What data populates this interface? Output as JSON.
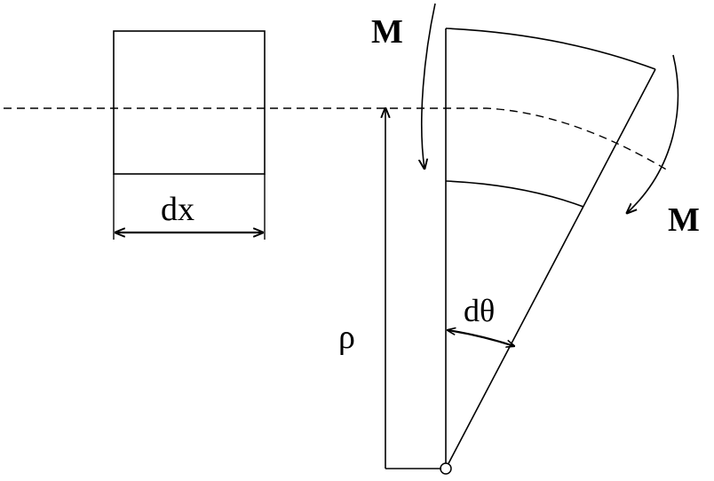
{
  "labels": {
    "element_width": "dx",
    "moment_top": "M",
    "moment_right": "M",
    "radius": "ρ",
    "angle": "dθ"
  },
  "colors": {
    "stroke": "#000000",
    "background": "#ffffff"
  }
}
